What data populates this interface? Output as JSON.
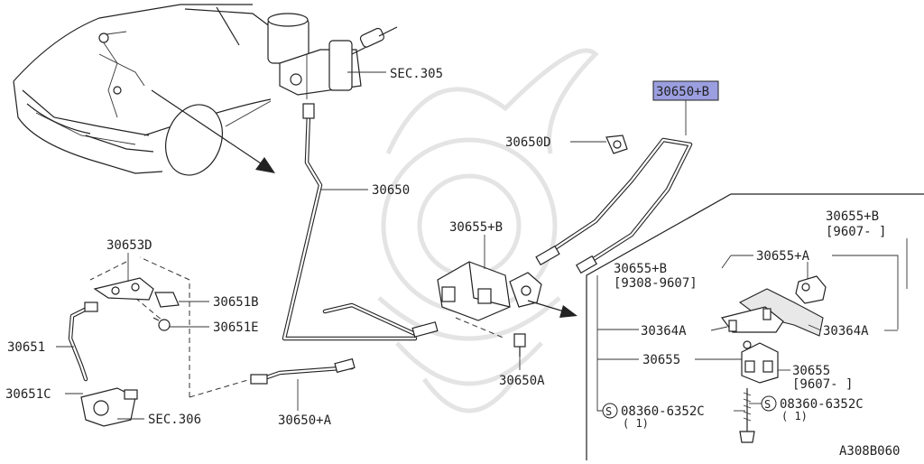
{
  "labels": {
    "sec305": "SEC.305",
    "p30650b_hl": "30650+B",
    "p30650d": "30650D",
    "p30650": "30650",
    "p30655b": "30655+B",
    "p30653d": "30653D",
    "p30651b": "30651B",
    "p30651e": "30651E",
    "p30651": "30651",
    "p30651c": "30651C",
    "sec306": "SEC.306",
    "p30650a_bot": "30650+A",
    "p30650a": "30650A",
    "d_30655b_top": "30655+B",
    "d_30655b_top_date": "[9607-    ]",
    "d_30655b_left": "30655+B",
    "d_30655b_left_date": "[9308-9607]",
    "d_30655a": "30655+A",
    "d_30364a_left": "30364A",
    "d_30364a_right": "30364A",
    "d_30655_left": "30655",
    "d_30655_right": "30655",
    "d_30655_right_date": "[9607-    ]",
    "d_bolt_left": "08360-6352C",
    "d_bolt_left_qty": "( 1)",
    "d_bolt_right": "08360-6352C",
    "d_bolt_right_qty": "( 1)",
    "s_symbol": "S",
    "figure_code": "A308B060"
  },
  "colors": {
    "highlight": "#9b9fe0",
    "line": "#222222",
    "watermark": "#e4e4e4"
  }
}
